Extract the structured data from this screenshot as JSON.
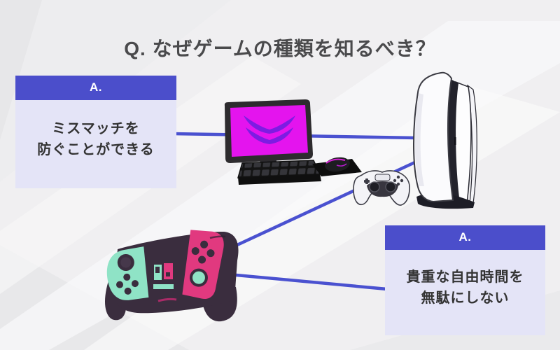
{
  "title": "Q. なぜゲームの種類を知るべき？",
  "cards": [
    {
      "label": "A.",
      "lines": [
        "ミスマッチを",
        "防ぐことができる"
      ]
    },
    {
      "label": "A.",
      "lines": [
        "貴重な自由時間を",
        "無駄にしない"
      ]
    }
  ],
  "illustrations": {
    "pc": "gaming-pc-monitor-keyboard-mouse",
    "ps5": "playstation-5-console-with-dualsense-controller",
    "switch": "nintendo-switch-joycon-grip"
  },
  "colors": {
    "accent_indigo": "#4b4ecb",
    "connector_line": "#4a51d0",
    "card_body_bg": "#e4e4f7",
    "title_text": "#4a4a4c",
    "card_text": "#333333",
    "screen_magenta": "#e414ee",
    "logo_purple": "#7d1ce2",
    "joycon_teal": "#8fe3c6",
    "joycon_pink": "#e1397f",
    "device_dark": "#3a2d3e",
    "background": "#f0eff1"
  }
}
